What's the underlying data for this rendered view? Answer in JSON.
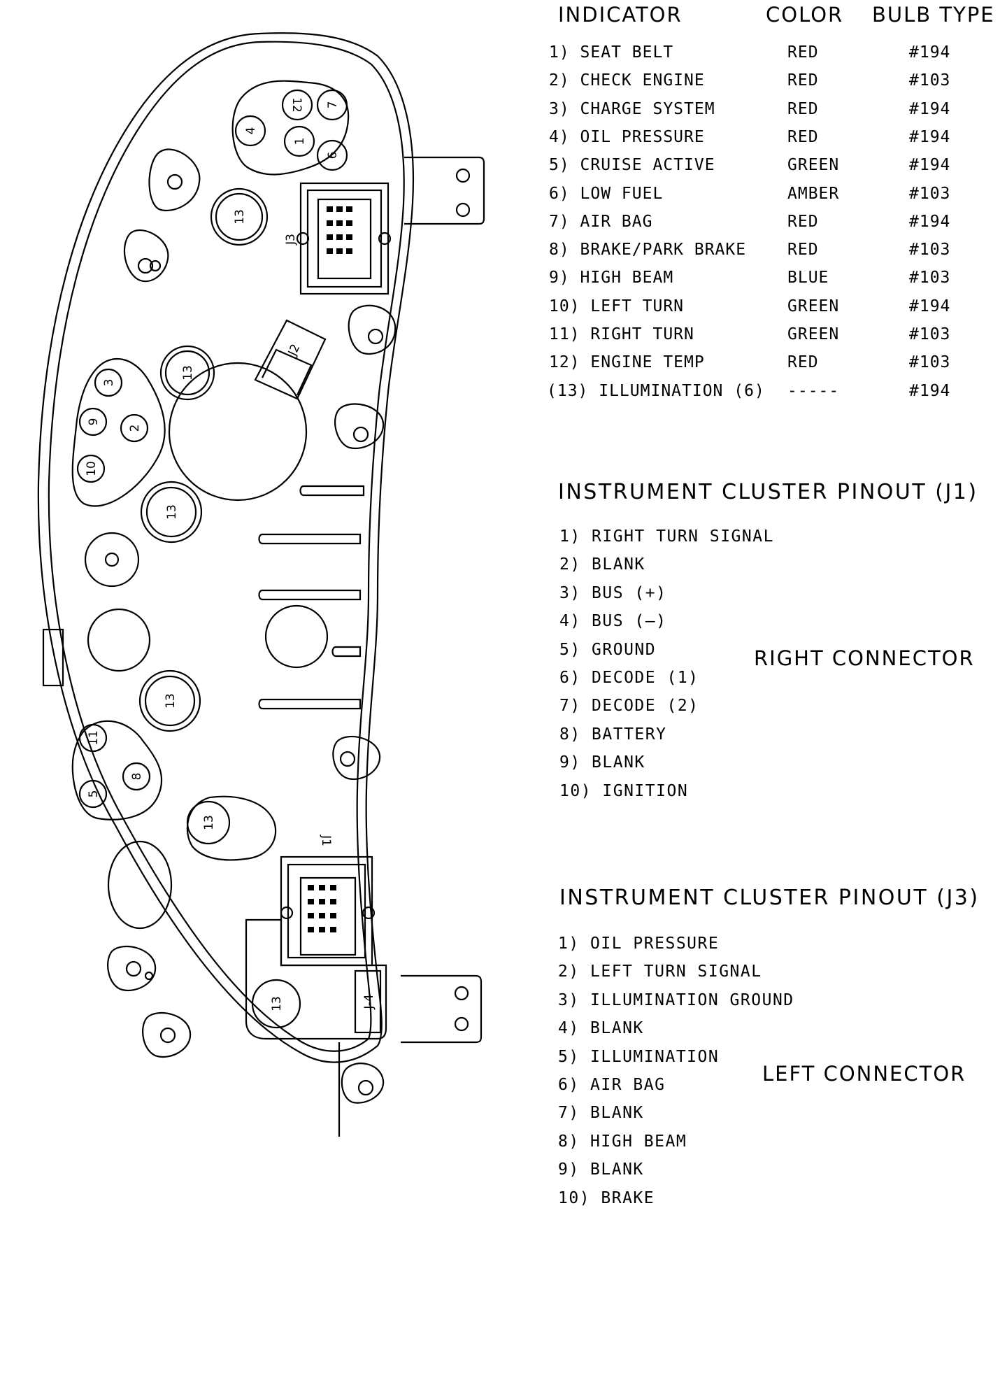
{
  "table": {
    "headers": {
      "indicator": "INDICATOR",
      "color": "COLOR",
      "bulb": "BULB TYPE"
    },
    "rows": [
      {
        "indicator": "1) SEAT BELT",
        "color": "RED",
        "bulb": "#194"
      },
      {
        "indicator": "2) CHECK ENGINE",
        "color": "RED",
        "bulb": "#103"
      },
      {
        "indicator": "3) CHARGE SYSTEM",
        "color": "RED",
        "bulb": "#194"
      },
      {
        "indicator": "4) OIL PRESSURE",
        "color": "RED",
        "bulb": "#194"
      },
      {
        "indicator": "5) CRUISE ACTIVE",
        "color": "GREEN",
        "bulb": "#194"
      },
      {
        "indicator": "6) LOW FUEL",
        "color": "AMBER",
        "bulb": "#103"
      },
      {
        "indicator": "7) AIR BAG",
        "color": "RED",
        "bulb": "#194"
      },
      {
        "indicator": "8) BRAKE/PARK BRAKE",
        "color": "RED",
        "bulb": "#103"
      },
      {
        "indicator": "9) HIGH BEAM",
        "color": "BLUE",
        "bulb": "#103"
      },
      {
        "indicator": "10) LEFT TURN",
        "color": "GREEN",
        "bulb": "#194"
      },
      {
        "indicator": "11) RIGHT TURN",
        "color": "GREEN",
        "bulb": "#103"
      },
      {
        "indicator": "12) ENGINE TEMP",
        "color": "RED",
        "bulb": "#103"
      },
      {
        "indicator": "(13) ILLUMINATION (6)",
        "color": "-----",
        "bulb": "#194"
      }
    ]
  },
  "pinout_j1": {
    "title": "INSTRUMENT CLUSTER PINOUT (J1)",
    "connector": "RIGHT CONNECTOR",
    "pins": [
      "1) RIGHT TURN SIGNAL",
      "2) BLANK",
      "3) BUS (+)",
      "4) BUS (–)",
      "5) GROUND",
      "6) DECODE (1)",
      "7) DECODE (2)",
      "8) BATTERY",
      "9) BLANK",
      "10) IGNITION"
    ]
  },
  "pinout_j3": {
    "title": "INSTRUMENT CLUSTER PINOUT (J3)",
    "connector": "LEFT CONNECTOR",
    "pins": [
      "1) OIL PRESSURE",
      "2) LEFT TURN SIGNAL",
      "3) ILLUMINATION GROUND",
      "4) BLANK",
      "5) ILLUMINATION",
      "6) AIR BAG",
      "7) BLANK",
      "8) HIGH BEAM",
      "9) BLANK",
      "10) BRAKE"
    ]
  },
  "diagram": {
    "socket_labels": {
      "s1": "1",
      "s2": "2",
      "s3": "3",
      "s4": "4",
      "s5": "5",
      "s6": "6",
      "s7": "7",
      "s8": "8",
      "s9": "9",
      "s10": "10",
      "s11": "11",
      "s12": "12",
      "s13": "13"
    },
    "connector_labels": {
      "j1": "J1",
      "j2": "J2",
      "j3": "J3",
      "j4": "J-4"
    }
  }
}
